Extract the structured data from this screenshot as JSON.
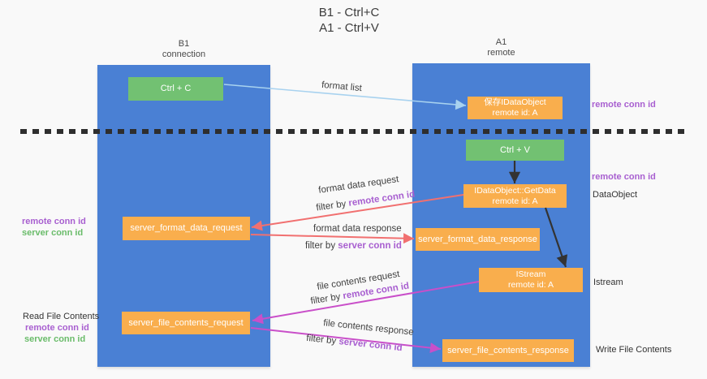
{
  "title": {
    "line1": "B1 - Ctrl+C",
    "line2": "A1 - Ctrl+V"
  },
  "columns": {
    "left": {
      "name": "B1",
      "role": "connection"
    },
    "right": {
      "name": "A1",
      "role": "remote"
    }
  },
  "nodes": {
    "ctrl_c": "Ctrl + C",
    "save_dataobject": {
      "line1": "保存IDataObject",
      "line2": "remote id: A"
    },
    "ctrl_v": "Ctrl + V",
    "getdata": {
      "line1": "IDataObject::GetData",
      "line2": "remote id: A"
    },
    "format_request": "server_format_data_request",
    "format_response": "server_format_data_response",
    "istream": {
      "line1": "IStream",
      "line2": "remote id: A"
    },
    "file_request": "server_file_contents_request",
    "file_response": "server_file_contents_response"
  },
  "edge_labels": {
    "format_list": "format list",
    "format_data_request": "format data request",
    "format_data_response": "format data response",
    "file_contents_request": "file contents request",
    "file_contents_response": "file contents response",
    "filter_by": "filter by",
    "remote_conn_id": "remote conn id",
    "server_conn_id": "server conn id"
  },
  "side_labels": {
    "remote_conn_id": "remote conn id",
    "server_conn_id": "server conn id",
    "dataobject": "DataObject",
    "istream": "Istream",
    "read_file_contents": "Read File Contents",
    "write_file_contents": "Write File Contents"
  },
  "colors": {
    "lane_blue": "#4a80d4",
    "box_orange": "#f9ae4d",
    "box_green": "#72c172",
    "arrow_red": "#f17070",
    "arrow_magenta": "#c94fc9",
    "arrow_light_blue": "#a8d2ef",
    "arrow_black": "#333333",
    "dashed_line": "#2e2e2e",
    "text_purple": "#a85fd0",
    "text_green": "#6abc6a"
  }
}
